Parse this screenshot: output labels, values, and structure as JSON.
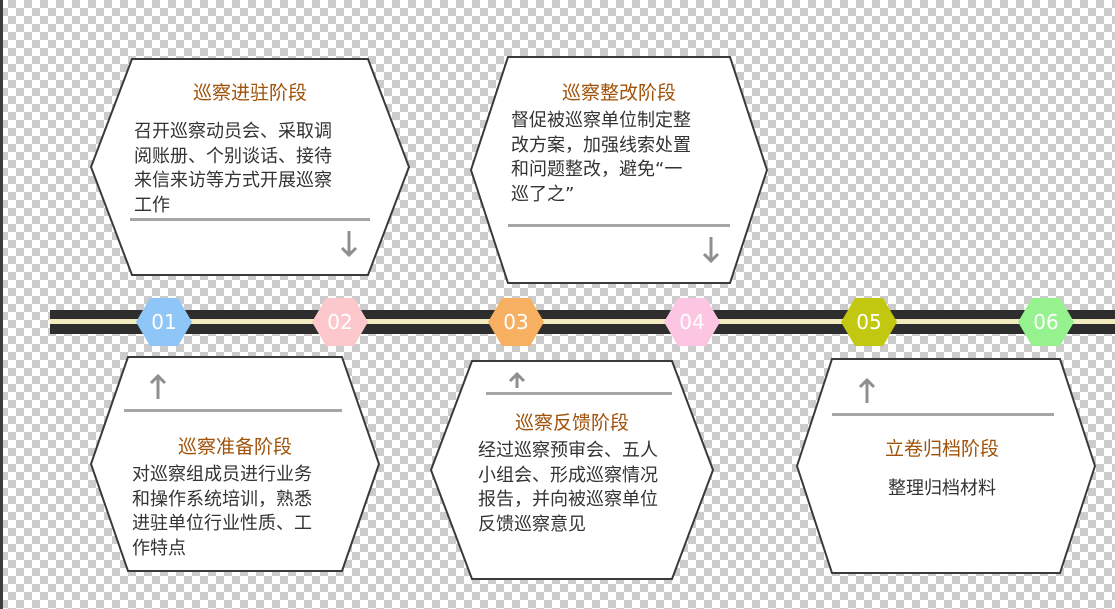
{
  "steps": [
    {
      "number": "01",
      "color": "#8ec6f7"
    },
    {
      "number": "02",
      "color": "#fcc8cb"
    },
    {
      "number": "03",
      "color": "#f7b061"
    },
    {
      "number": "04",
      "color": "#fcc6e2"
    },
    {
      "number": "05",
      "color": "#c1c80f"
    },
    {
      "number": "06",
      "color": "#96f28e"
    }
  ],
  "stages": [
    {
      "title": "巡察进驻阶段",
      "lines": [
        "召开巡察动员会、采取调",
        "阅账册、个别谈话、接待",
        "来信来访等方式开展巡察",
        "工作"
      ]
    },
    {
      "title": "巡察整改阶段",
      "lines": [
        "督促被巡察单位制定整",
        "改方案，加强线索处置",
        "和问题整改，避免“一",
        "巡了之”"
      ]
    },
    {
      "title": "巡察准备阶段",
      "lines": [
        "对巡察组成员进行业务",
        "和操作系统培训，熟悉",
        "进驻单位行业性质、工",
        "作特点"
      ]
    },
    {
      "title": "巡察反馈阶段",
      "lines": [
        "经过巡察预审会、五人",
        "小组会、形成巡察情况",
        "报告，并向被巡察单位",
        "反馈巡察意见"
      ]
    },
    {
      "title": "立卷归档阶段",
      "lines": [
        "整理归档材料"
      ]
    }
  ]
}
